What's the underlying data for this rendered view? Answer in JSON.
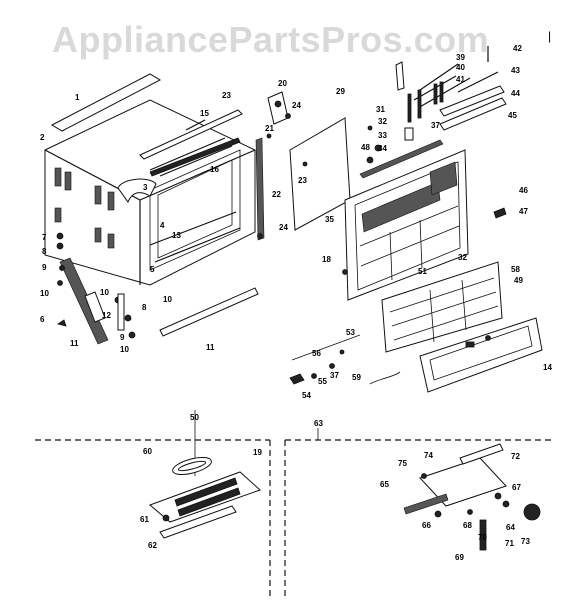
{
  "watermark": "AppliancePartsPros.com",
  "corner_mark": "|",
  "callouts": [
    {
      "id": "c1",
      "text": "1"
    },
    {
      "id": "c2",
      "text": "2"
    },
    {
      "id": "c3",
      "text": "3"
    },
    {
      "id": "c4",
      "text": "4"
    },
    {
      "id": "c5",
      "text": "5"
    },
    {
      "id": "c6",
      "text": "6"
    },
    {
      "id": "c7",
      "text": "7"
    },
    {
      "id": "c8a",
      "text": "8"
    },
    {
      "id": "c8b",
      "text": "8"
    },
    {
      "id": "c9a",
      "text": "9"
    },
    {
      "id": "c9b",
      "text": "9"
    },
    {
      "id": "c10a",
      "text": "10"
    },
    {
      "id": "c10b",
      "text": "10"
    },
    {
      "id": "c10c",
      "text": "10"
    },
    {
      "id": "c10d",
      "text": "10"
    },
    {
      "id": "c11a",
      "text": "11"
    },
    {
      "id": "c11b",
      "text": "11"
    },
    {
      "id": "c12",
      "text": "12"
    },
    {
      "id": "c13",
      "text": "13"
    },
    {
      "id": "c14",
      "text": "14"
    },
    {
      "id": "c15",
      "text": "15"
    },
    {
      "id": "c16",
      "text": "16"
    },
    {
      "id": "c18",
      "text": "18"
    },
    {
      "id": "c19",
      "text": "19"
    },
    {
      "id": "c20",
      "text": "20"
    },
    {
      "id": "c21",
      "text": "21"
    },
    {
      "id": "c22",
      "text": "22"
    },
    {
      "id": "c23a",
      "text": "23"
    },
    {
      "id": "c23b",
      "text": "23"
    },
    {
      "id": "c24a",
      "text": "24"
    },
    {
      "id": "c24b",
      "text": "24"
    },
    {
      "id": "c29",
      "text": "29"
    },
    {
      "id": "c31",
      "text": "31"
    },
    {
      "id": "c32a",
      "text": "32"
    },
    {
      "id": "c32b",
      "text": "32"
    },
    {
      "id": "c33",
      "text": "33"
    },
    {
      "id": "c34",
      "text": "34"
    },
    {
      "id": "c35",
      "text": "35"
    },
    {
      "id": "c37a",
      "text": "37"
    },
    {
      "id": "c37b",
      "text": "37"
    },
    {
      "id": "c39",
      "text": "39"
    },
    {
      "id": "c40",
      "text": "40"
    },
    {
      "id": "c41",
      "text": "41"
    },
    {
      "id": "c42",
      "text": "42"
    },
    {
      "id": "c43",
      "text": "43"
    },
    {
      "id": "c44",
      "text": "44"
    },
    {
      "id": "c45",
      "text": "45"
    },
    {
      "id": "c46",
      "text": "46"
    },
    {
      "id": "c47",
      "text": "47"
    },
    {
      "id": "c48",
      "text": "48"
    },
    {
      "id": "c49",
      "text": "49"
    },
    {
      "id": "c50",
      "text": "50"
    },
    {
      "id": "c51",
      "text": "51"
    },
    {
      "id": "c53",
      "text": "53"
    },
    {
      "id": "c54",
      "text": "54"
    },
    {
      "id": "c55",
      "text": "55"
    },
    {
      "id": "c56",
      "text": "56"
    },
    {
      "id": "c58",
      "text": "58"
    },
    {
      "id": "c59",
      "text": "59"
    },
    {
      "id": "c60",
      "text": "60"
    },
    {
      "id": "c61",
      "text": "61"
    },
    {
      "id": "c62",
      "text": "62"
    },
    {
      "id": "c63",
      "text": "63"
    },
    {
      "id": "c64",
      "text": "64"
    },
    {
      "id": "c65",
      "text": "65"
    },
    {
      "id": "c66",
      "text": "66"
    },
    {
      "id": "c67",
      "text": "67"
    },
    {
      "id": "c68",
      "text": "68"
    },
    {
      "id": "c69",
      "text": "69"
    },
    {
      "id": "c70",
      "text": "70"
    },
    {
      "id": "c71",
      "text": "71"
    },
    {
      "id": "c72",
      "text": "72"
    },
    {
      "id": "c73",
      "text": "73"
    },
    {
      "id": "c74",
      "text": "74"
    },
    {
      "id": "c75",
      "text": "75"
    }
  ]
}
